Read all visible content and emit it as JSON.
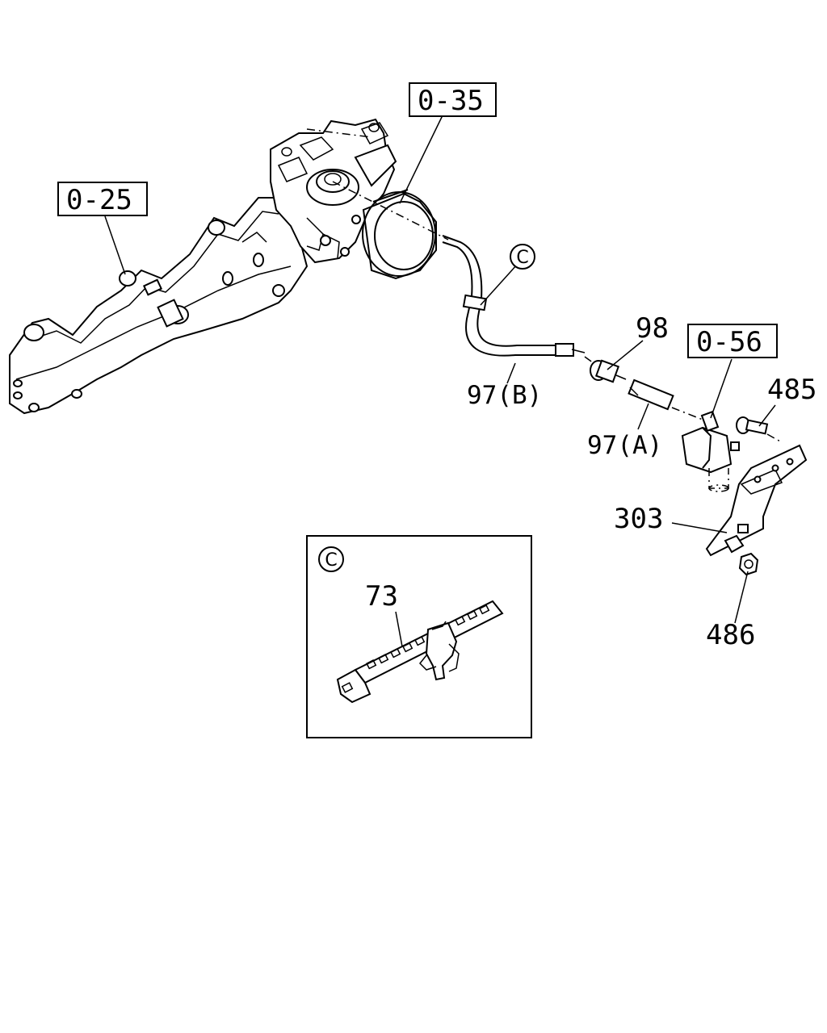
{
  "diagram": {
    "callouts": [
      {
        "id": "ref_0_35",
        "text": "0-35",
        "boxed": true
      },
      {
        "id": "ref_0_25",
        "text": "0-25",
        "boxed": true
      },
      {
        "id": "ref_0_56",
        "text": "0-56",
        "boxed": true
      },
      {
        "id": "part_98",
        "text": "98",
        "boxed": false
      },
      {
        "id": "part_97b",
        "text": "97(B)",
        "boxed": false
      },
      {
        "id": "part_97a",
        "text": "97(A)",
        "boxed": false
      },
      {
        "id": "part_485",
        "text": "485",
        "boxed": false
      },
      {
        "id": "part_303",
        "text": "303",
        "boxed": false
      },
      {
        "id": "part_486",
        "text": "486",
        "boxed": false
      },
      {
        "id": "part_73",
        "text": "73",
        "boxed": false
      }
    ],
    "detail_marker": "C"
  }
}
